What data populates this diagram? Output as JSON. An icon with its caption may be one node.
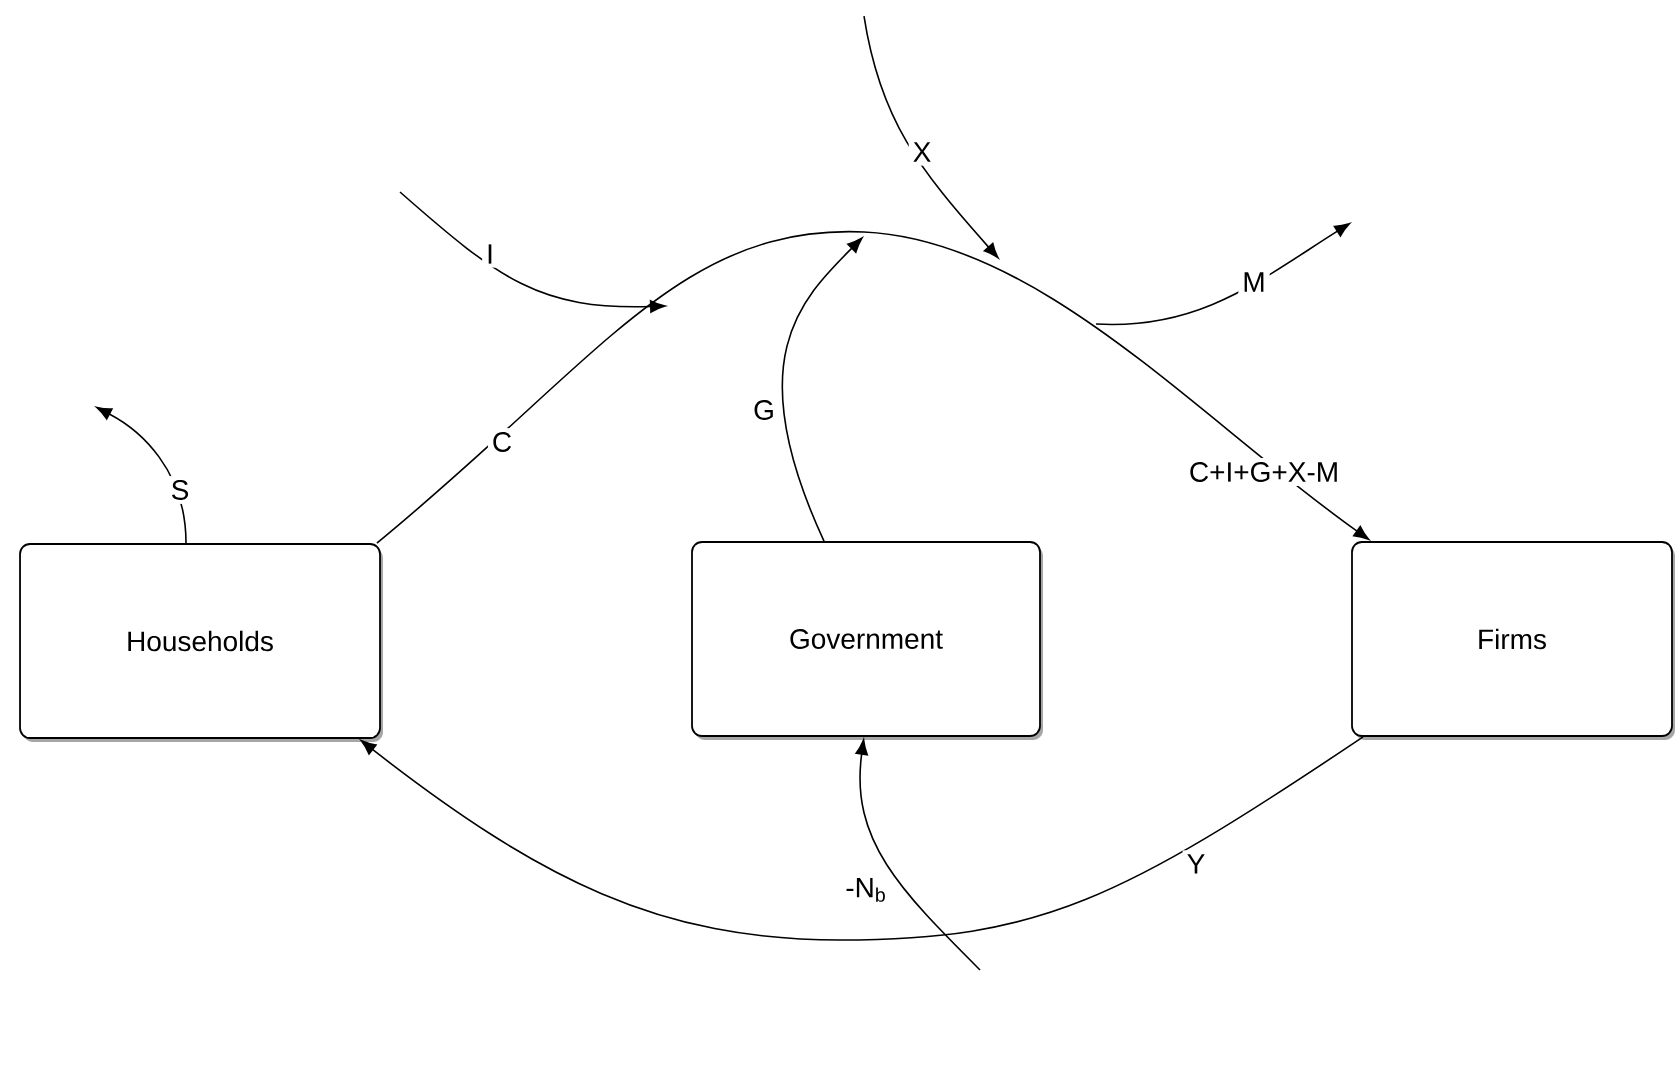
{
  "diagram": {
    "nodes": [
      {
        "text": [
          "Households"
        ]
      },
      {
        "text": [
          "Government"
        ]
      },
      {
        "text": [
          "Firms"
        ]
      }
    ],
    "edges": [
      {
        "from": 0,
        "to": 2,
        "arrow": "to",
        "label": "C+I+G+X-M"
      },
      {
        "from": 0,
        "to": null,
        "arrow": "to",
        "label": "S"
      },
      {
        "from": 1,
        "to": null,
        "arrow": "to",
        "label": "G"
      },
      {
        "from": 2,
        "to": 0,
        "arrow": "to",
        "label": "Y"
      },
      {
        "from": null,
        "to": 1,
        "arrow": "to",
        "label": "-N$_{b}$"
      }
    ],
    "labels": [
      "C",
      "I",
      "X",
      "M"
    ]
  }
}
